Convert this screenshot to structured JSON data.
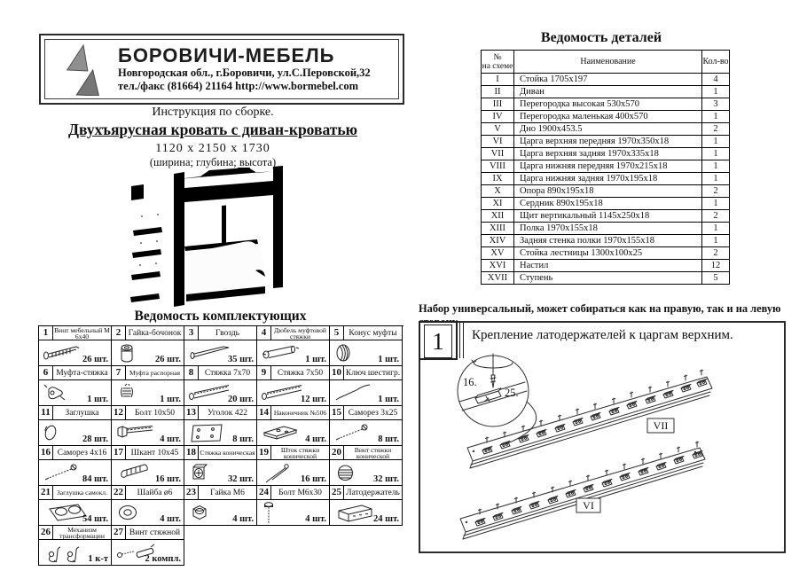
{
  "logo": {
    "brand": "БОРОВИЧИ-МЕБЕЛЬ",
    "address": "Новгородская обл., г.Боровичи, ул.С.Перовской,32",
    "phone_site": "тел./факс (81664) 21164   http://www.bormebel.com",
    "mark_icon": "two-triangles-logo"
  },
  "header": {
    "line1": "Инструкция по сборке.",
    "title": "Двухъярусная кровать с диван-кроватью",
    "dimensions": "1120 x 2150 x 1730",
    "dimensions_note": "(ширина;  глубина;  высота)"
  },
  "parts_table": {
    "title": "Ведомость деталей",
    "col_num_line1": "№",
    "col_num_line2": "на схеме",
    "col_name": "Наименование",
    "col_qty": "Кол-во",
    "rows": [
      {
        "num": "I",
        "name": "Стойка 1705х197",
        "qty": "4"
      },
      {
        "num": "II",
        "name": "Диван",
        "qty": "1"
      },
      {
        "num": "III",
        "name": "Перегородка высокая 530х570",
        "qty": "3"
      },
      {
        "num": "IV",
        "name": "Перегородка маленькая 400х570",
        "qty": "1"
      },
      {
        "num": "V",
        "name": "Дно 1900х453.5",
        "qty": "2"
      },
      {
        "num": "VI",
        "name": "Царга верхняя передняя 1970х350х18",
        "qty": "1"
      },
      {
        "num": "VII",
        "name": "Царга верхняя задняя 1970х335х18",
        "qty": "1"
      },
      {
        "num": "VIII",
        "name": "Царга нижняя передняя 1970х215х18",
        "qty": "1"
      },
      {
        "num": "IX",
        "name": "Царга нижняя задняя 1970х195х18",
        "qty": "1"
      },
      {
        "num": "X",
        "name": "Опора 890х195х18",
        "qty": "2"
      },
      {
        "num": "XI",
        "name": "Сердник 890х195х18",
        "qty": "1"
      },
      {
        "num": "XII",
        "name": "Щит вертикальный 1145х250х18",
        "qty": "2"
      },
      {
        "num": "XIII",
        "name": "Полка 1970х155х18",
        "qty": "1"
      },
      {
        "num": "XIV",
        "name": "Задняя стенка полки 1970х155х18",
        "qty": "1"
      },
      {
        "num": "XV",
        "name": "Стойка лестницы 1300х100х25",
        "qty": "2"
      },
      {
        "num": "XVI",
        "name": "Настил",
        "qty": "12"
      },
      {
        "num": "XVII",
        "name": "Ступень",
        "qty": "5"
      }
    ]
  },
  "components": {
    "title": "Ведомость комплектующих",
    "items": [
      {
        "num": "1",
        "name": "Винт мебельный М 6х40",
        "qty": "26 шт.",
        "icon": "furniture-screw"
      },
      {
        "num": "2",
        "name": "Гайка-бочонок",
        "qty": "26 шт.",
        "icon": "barrel-nut"
      },
      {
        "num": "3",
        "name": "Гвоздь",
        "qty": "35 шт.",
        "icon": "nail"
      },
      {
        "num": "4",
        "name": "Дюбель муфтовой стяжки",
        "qty": "1 шт.",
        "icon": "muff-dowel"
      },
      {
        "num": "5",
        "name": "Конус муфты",
        "qty": "1 шт.",
        "icon": "muff-cone"
      },
      {
        "num": "6",
        "name": "Муфта-стяжка",
        "qty": "1 шт.",
        "icon": "muff-tie"
      },
      {
        "num": "7",
        "name": "Муфта распорная",
        "qty": "1 шт.",
        "icon": "expansion-muff"
      },
      {
        "num": "8",
        "name": "Стяжка 7х70",
        "qty": "20 шт.",
        "icon": "long-screw"
      },
      {
        "num": "9",
        "name": "Стяжка 7х50",
        "qty": "12 шт.",
        "icon": "long-screw"
      },
      {
        "num": "10",
        "name": "Ключ шестигр.",
        "qty": "1 шт.",
        "icon": "hex-key"
      },
      {
        "num": "11",
        "name": "Заглушка",
        "qty": "28 шт.",
        "icon": "cap"
      },
      {
        "num": "12",
        "name": "Болт 10х50",
        "qty": "4 шт.",
        "icon": "hex-bolt"
      },
      {
        "num": "13",
        "name": "Уголок 422",
        "qty": "8 шт.",
        "icon": "angle-bracket"
      },
      {
        "num": "14",
        "name": "Наконечник №506",
        "qty": "4 шт.",
        "icon": "end-plate"
      },
      {
        "num": "15",
        "name": "Саморез 3х25",
        "qty": "8 шт.",
        "icon": "small-screw"
      },
      {
        "num": "16",
        "name": "Саморез 4х16",
        "qty": "84 шт.",
        "icon": "small-screw"
      },
      {
        "num": "17",
        "name": "Шкант 10х45",
        "qty": "16 шт.",
        "icon": "dowel-pin"
      },
      {
        "num": "18",
        "name": "Стяжка коническая",
        "qty": "32 шт.",
        "icon": "cam-lock"
      },
      {
        "num": "19",
        "name": "Шток стяжки конической",
        "qty": "16 шт.",
        "icon": "cam-rod"
      },
      {
        "num": "20",
        "name": "Винт стяжки конической",
        "qty": "32 шт.",
        "icon": "cam-screw"
      },
      {
        "num": "21",
        "name": "Заглушка самокл.",
        "qty": "54 шт.",
        "icon": "adhesive-caps"
      },
      {
        "num": "22",
        "name": "Шайба ø6",
        "qty": "4 шт.",
        "icon": "washer"
      },
      {
        "num": "23",
        "name": "Гайка М6",
        "qty": "4 шт.",
        "icon": "nut"
      },
      {
        "num": "24",
        "name": "Болт М6х30",
        "qty": "4 шт.",
        "icon": "bolt-vertical"
      },
      {
        "num": "25",
        "name": "Латодержатель",
        "qty": "24 шт.",
        "icon": "lat-holder"
      },
      {
        "num": "26",
        "name": "Механизм трансформации",
        "qty": "1 к-т",
        "icon": "transform-mechanism"
      },
      {
        "num": "27",
        "name": "Винт стяжной",
        "qty": "2 компл.",
        "icon": "tie-screw-set"
      }
    ]
  },
  "note": "Набор универсальный, может собираться как на правую, так и на левую сторону.",
  "step1": {
    "number": "1",
    "title": "Крепление латодержателей к царгам верхним.",
    "callout_screw": "16.",
    "callout_holder": "25.",
    "label_top_rail": "VII",
    "label_bottom_rail": "VI"
  }
}
